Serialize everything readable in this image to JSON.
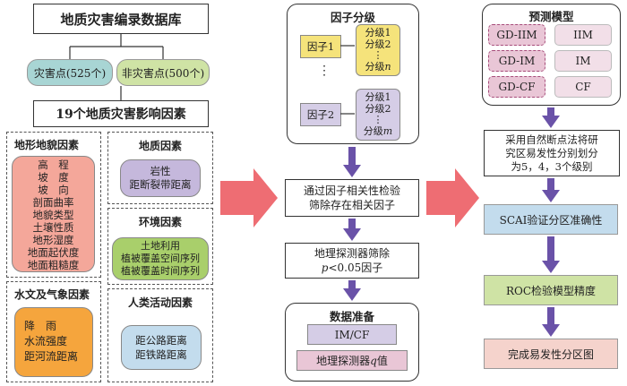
{
  "db_title": "地质灾害编录数据库",
  "hazard_points": "灾害点(525个)",
  "non_hazard_points": "非灾害点(500个)",
  "factors_title": "19个地质灾害影响因素",
  "terrain": {
    "title": "地形地貌因素",
    "items": [
      "高　程",
      "坡　度",
      "坡　向",
      "剖面曲率",
      "地貌类型",
      "土壤性质",
      "地形湿度",
      "地面起伏度",
      "地面粗糙度"
    ]
  },
  "geology": {
    "title": "地质因素",
    "items": [
      "岩性",
      "距断裂带距离"
    ]
  },
  "environment": {
    "title": "环境因素",
    "items": [
      "土地利用",
      "植被覆盖空间序列",
      "植被覆盖时间序列"
    ]
  },
  "hydro": {
    "title": "水文及气象因素",
    "items": [
      "降　雨",
      "水流强度",
      "距河流距离"
    ]
  },
  "human": {
    "title": "人类活动因素",
    "items": [
      "距公路距离",
      "距铁路距离"
    ]
  },
  "grading": {
    "title": "因子分级",
    "factor1": "因子1",
    "factor2": "因子2",
    "g1": [
      "分级1",
      "分级2",
      "⋮"
    ],
    "g1_last": "分级",
    "g1_n": "n",
    "g2": [
      "分级1",
      "分级2",
      "⋮"
    ],
    "g2_last": "分级",
    "g2_m": "m",
    "vdots": "⋮"
  },
  "step_correlation": [
    "通过因子相关性检验",
    "筛除存在相关因子"
  ],
  "step_geodetector": {
    "line1": "地理探测器筛除",
    "p_symbol": "p",
    "line2_rest": "<0.05因子"
  },
  "data_prep": {
    "title": "数据准备",
    "item1": "IM/CF",
    "item2_pre": "地理探测器",
    "item2_q": "q",
    "item2_post": "值"
  },
  "models": {
    "title": "预测模型",
    "left": [
      "GD-IIM",
      "GD-IM",
      "GD-CF"
    ],
    "right": [
      "IIM",
      "IM",
      "CF"
    ]
  },
  "natural_break": [
    "采用自然断点法将研",
    "究区易发性分别划分",
    "为5，4，3个级别"
  ],
  "scai": "SCAI验证分区准确性",
  "roc": "ROC检验模型精度",
  "final": "完成易发性分区图",
  "colors": {
    "arrow_purple": "#6a52a8",
    "arrow_red": "#ee6d73",
    "pink_box": "#e9c6d6",
    "purple_box": "#d5cde6",
    "yellow": "#f5e37b"
  }
}
